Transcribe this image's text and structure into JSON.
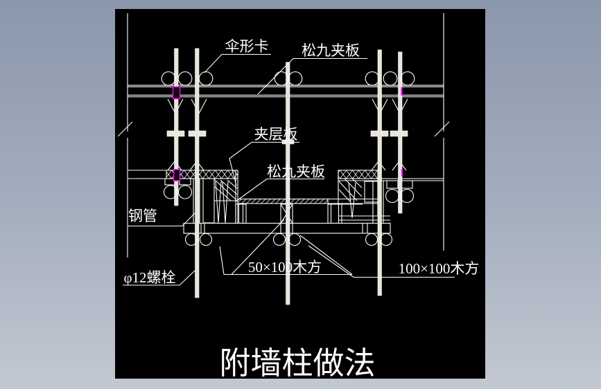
{
  "app": {
    "frame_top_color": "#8b97ac",
    "frame_bottom_color": "#c3c8d2",
    "canvas_color": "#000000"
  },
  "drawing": {
    "title": "附墙柱做法",
    "colors": {
      "line": "#ffffff",
      "rod": "#e8e5d9",
      "highlight": "#ff00ff"
    },
    "labels": {
      "umbrella_clamp": "伞形卡",
      "plywood_top": "松九夹板",
      "sandwich_board": "夹层板",
      "plywood_mid": "松九夹板",
      "steel_pipe": "钢管",
      "bolt": "φ12螺栓",
      "timber_small": "50×100木方",
      "timber_big": "100×100木方"
    }
  }
}
